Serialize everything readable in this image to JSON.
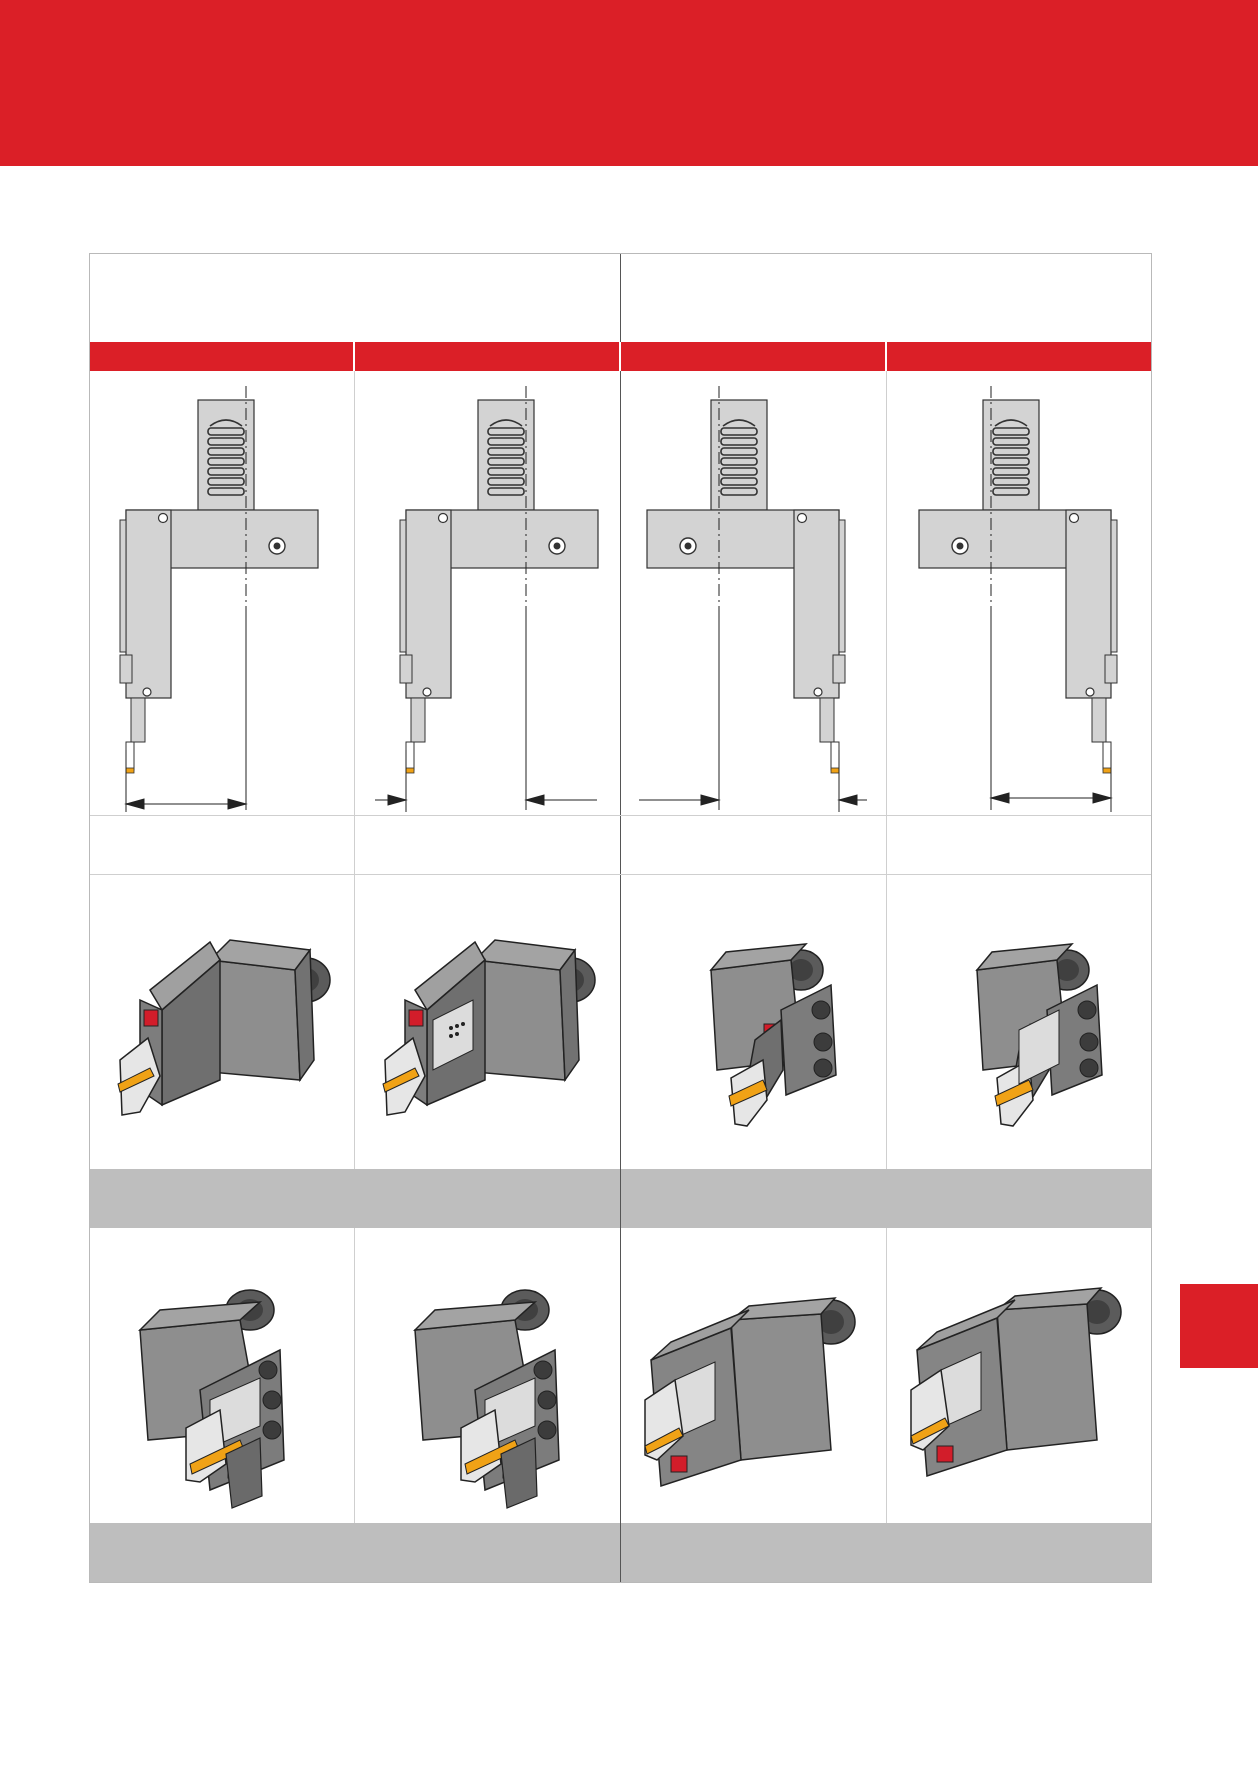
{
  "palette": {
    "brand_red": "#db1f27",
    "tool_body": "#8e8e8e",
    "tool_dark": "#6f6f6f",
    "drawing_fill": "#d3d3d3",
    "insert_orange": "#f0a216",
    "clamp_red": "#d21d2a",
    "band_gray": "#bebebe"
  },
  "drawings": [
    {
      "name": "left-hand-holder-offset-right",
      "orientation": "left"
    },
    {
      "name": "left-hand-holder-offset-inward",
      "orientation": "left"
    },
    {
      "name": "right-hand-holder-offset-inward",
      "orientation": "right"
    },
    {
      "name": "right-hand-holder-offset-left",
      "orientation": "right"
    }
  ],
  "renders_row1": [
    {
      "name": "render-holder-a",
      "icon": "grooving-holder-icon"
    },
    {
      "name": "render-holder-b",
      "icon": "grooving-holder-icon"
    },
    {
      "name": "render-holder-c",
      "icon": "grooving-holder-icon"
    },
    {
      "name": "render-holder-d",
      "icon": "grooving-holder-icon"
    }
  ],
  "renders_row2": [
    {
      "name": "render-holder-e",
      "icon": "grooving-holder-icon"
    },
    {
      "name": "render-holder-f",
      "icon": "grooving-holder-icon"
    },
    {
      "name": "render-holder-g",
      "icon": "grooving-holder-icon"
    },
    {
      "name": "render-holder-h",
      "icon": "grooving-holder-icon"
    }
  ]
}
